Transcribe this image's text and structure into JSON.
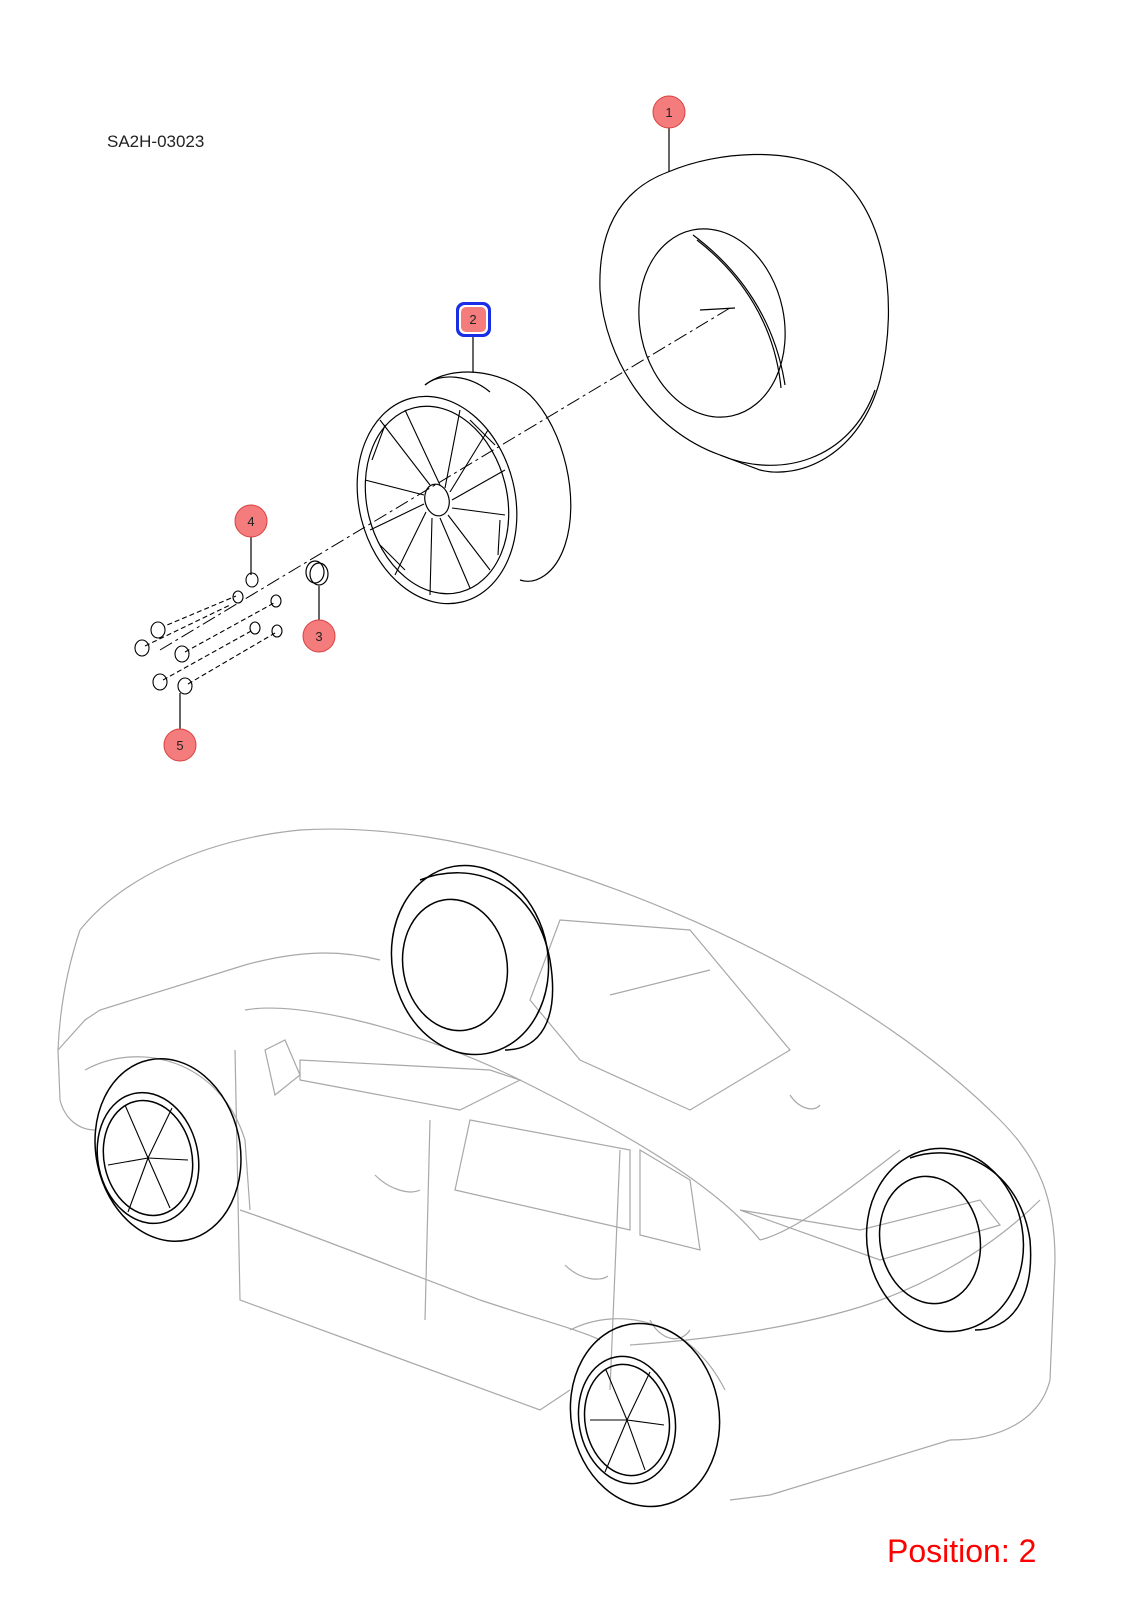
{
  "diagram_code": "SA2H-03023",
  "position_label": "Position: 2",
  "selected_position": "2",
  "colors": {
    "callout_fill": "#f47c7c",
    "callout_stroke": "#d94040",
    "selected_outline": "#1a2ee6",
    "position_text": "#ff0000",
    "car_outline": "#a8a8a8"
  },
  "callouts": [
    {
      "number": "1",
      "part": "tyre"
    },
    {
      "number": "2",
      "part": "wheel-rim",
      "selected": true
    },
    {
      "number": "3",
      "part": "center-cap"
    },
    {
      "number": "4",
      "part": "wheel-nut"
    },
    {
      "number": "5",
      "part": "wheel-bolt"
    }
  ]
}
